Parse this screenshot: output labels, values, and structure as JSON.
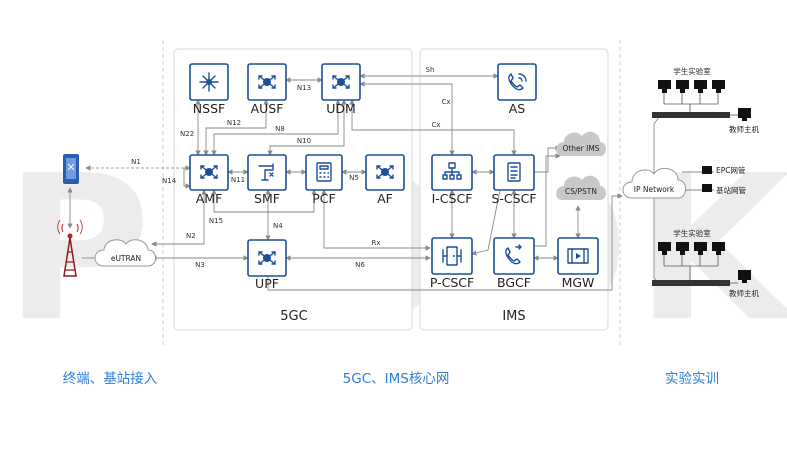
{
  "watermark": "IPLOOK",
  "sections": {
    "left_caption": "终端、基站接入",
    "middle_caption": "5GC、IMS核心网",
    "right_caption": "实验实训",
    "core_5gc": "5GC",
    "core_ims": "IMS"
  },
  "nodes": {
    "nssf": "NSSF",
    "ausf": "AUSF",
    "udm": "UDM",
    "as": "AS",
    "amf": "AMF",
    "smf": "SMF",
    "pcf": "PCF",
    "af": "AF",
    "icscf": "I-CSCF",
    "scscf": "S-CSCF",
    "upf": "UPF",
    "pcscf": "P-CSCF",
    "bgcf": "BGCF",
    "mgw": "MGW",
    "eutran": "eUTRAN",
    "other_ims": "Other IMS",
    "cs_pstn": "CS/PSTN",
    "ip_network": "IP Network"
  },
  "interfaces": {
    "n1": "N1",
    "n2": "N2",
    "n3": "N3",
    "n4": "N4",
    "n5": "N5",
    "n6": "N6",
    "n8": "N8",
    "n10": "N10",
    "n11": "N11",
    "n12": "N12",
    "n13": "N13",
    "n14": "N14",
    "n15": "N15",
    "n22": "N22",
    "sh": "Sh",
    "cx1": "Cx",
    "cx2": "Cx",
    "rx": "Rx"
  },
  "lab": {
    "lab_room_top": "学生实验室",
    "teacher_host_top": "教师主机",
    "epc_mgmt": "EPC网管",
    "bs_mgmt": "基站网管",
    "lab_room_bottom": "学生实验室",
    "teacher_host_bottom": "教师主机"
  },
  "colors": {
    "accent": "#1b4f9a",
    "caption": "#2f7fd6",
    "cloud": "#c8c8c8",
    "watermark": "#ececec"
  }
}
